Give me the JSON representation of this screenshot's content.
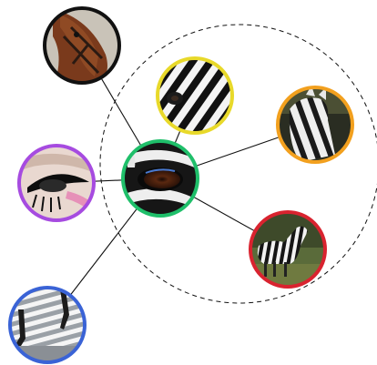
{
  "diagram": {
    "center": {
      "subject": "zebra-eye-closeup",
      "ring_color": "#1fbf6a"
    },
    "neighbors": [
      {
        "id": "horse-head",
        "subject": "horse-head",
        "ring_color": "#111111",
        "in_cluster": false
      },
      {
        "id": "zebra-head-closeup",
        "subject": "zebra-head-closeup",
        "ring_color": "#e8d92a",
        "in_cluster": true
      },
      {
        "id": "zebra-portrait",
        "subject": "zebra-portrait",
        "ring_color": "#f2a01e",
        "in_cluster": true
      },
      {
        "id": "eye-makeup",
        "subject": "eye-makeup",
        "ring_color": "#a64be0",
        "in_cluster": false
      },
      {
        "id": "zebra-standing",
        "subject": "zebra-standing",
        "ring_color": "#d9232f",
        "in_cluster": true
      },
      {
        "id": "zebra-crossing",
        "subject": "zebra-crossing",
        "ring_color": "#3a63d6",
        "in_cluster": false
      }
    ],
    "cluster_outline": "dashed"
  }
}
